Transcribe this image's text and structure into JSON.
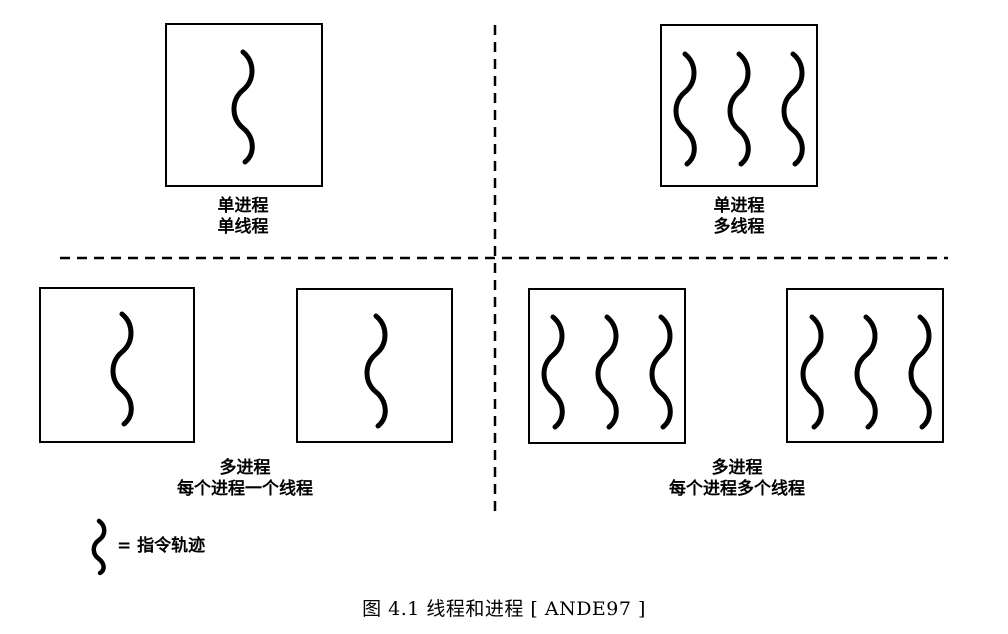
{
  "quadrants": {
    "top_left": {
      "line1": "单进程",
      "line2": "单线程"
    },
    "top_right": {
      "line1": "单进程",
      "line2": "多线程"
    },
    "bottom_left": {
      "line1": "多进程",
      "line2": "每个进程一个线程"
    },
    "bottom_right": {
      "line1": "多进程",
      "line2": "每个进程多个线程"
    }
  },
  "legend": {
    "symbol_icon": "wavy-line-icon",
    "text": "= 指令轨迹"
  },
  "caption": {
    "text": "图 4.1   线程和进程 [ ANDE97 ]"
  }
}
